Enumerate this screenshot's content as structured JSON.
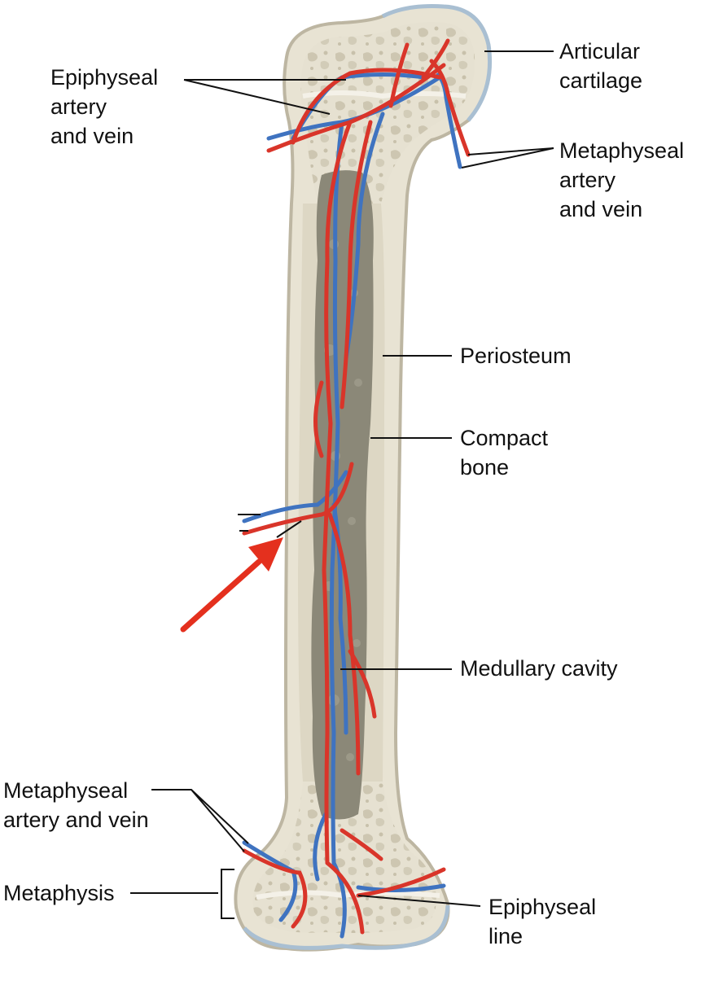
{
  "labels": {
    "epiphyseal_vessels": [
      "Epiphyseal",
      "artery",
      "and vein"
    ],
    "articular_cartilage": [
      "Articular",
      "cartilage"
    ],
    "metaphyseal_vessels_top": [
      "Metaphyseal",
      "artery",
      "and vein"
    ],
    "periosteum": [
      "Periosteum"
    ],
    "compact_bone": [
      "Compact",
      "bone"
    ],
    "medullary_cavity": [
      "Medullary cavity"
    ],
    "metaphyseal_vessels_bottom": [
      "Metaphyseal",
      "artery and vein"
    ],
    "metaphysis": [
      "Metaphysis"
    ],
    "epiphyseal_line": [
      "Epiphyseal",
      "line"
    ]
  },
  "colors": {
    "bone": "#e8e3d3",
    "bone_edge": "#bdb6a2",
    "cartilage": "#a9bfd2",
    "medullary": "#8b8878",
    "artery": "#d9352a",
    "vein": "#3f73c0",
    "pointer_arrow": "#e4301e",
    "leader_line": "#111111"
  }
}
